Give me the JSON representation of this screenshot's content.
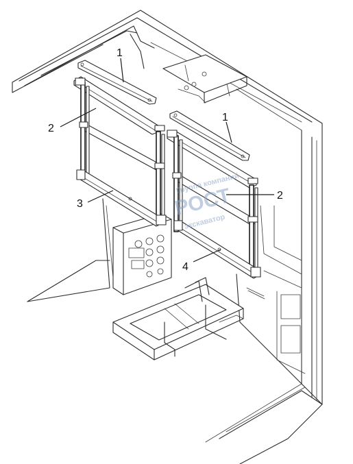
{
  "diagram": {
    "callouts": [
      {
        "id": "c1a",
        "label": "1"
      },
      {
        "id": "c1b",
        "label": "1"
      },
      {
        "id": "c2a",
        "label": "2"
      },
      {
        "id": "c2b",
        "label": "2"
      },
      {
        "id": "c3",
        "label": "3"
      },
      {
        "id": "c4",
        "label": "4"
      }
    ],
    "watermark": {
      "line1": "Группа компаний",
      "line2": "РОСТ",
      "line3": "экскаватор"
    }
  }
}
